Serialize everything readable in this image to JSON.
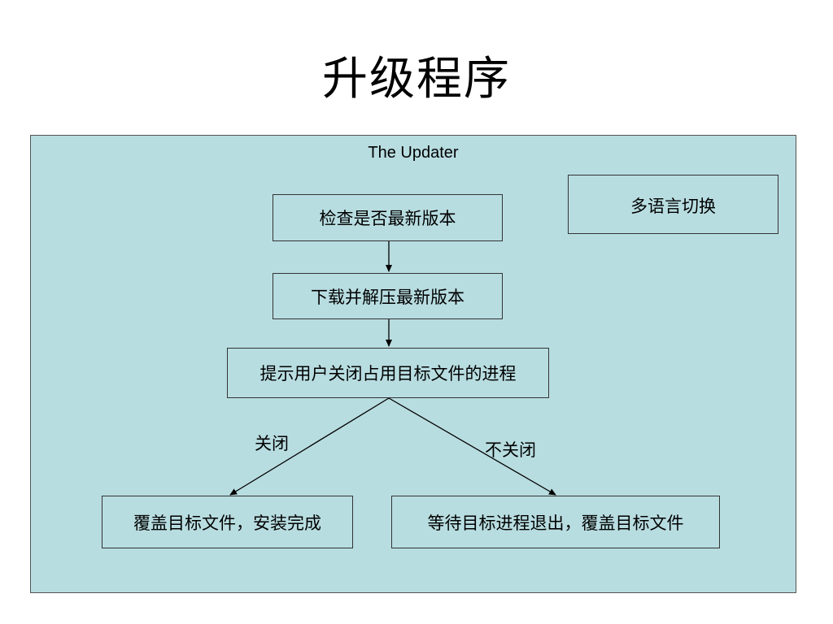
{
  "page": {
    "title": "升级程序"
  },
  "diagram": {
    "title": "The Updater",
    "nodes": {
      "check": "检查是否最新版本",
      "download": "下载并解压最新版本",
      "prompt": "提示用户关闭占用目标文件的进程",
      "overwrite": "覆盖目标文件，安装完成",
      "wait": "等待目标进程退出，覆盖目标文件",
      "language": "多语言切换"
    },
    "edges": {
      "close_label": "关闭",
      "not_close_label": "不关闭"
    },
    "colors": {
      "panel_bg": "#b8dde1",
      "border": "#333333"
    }
  }
}
